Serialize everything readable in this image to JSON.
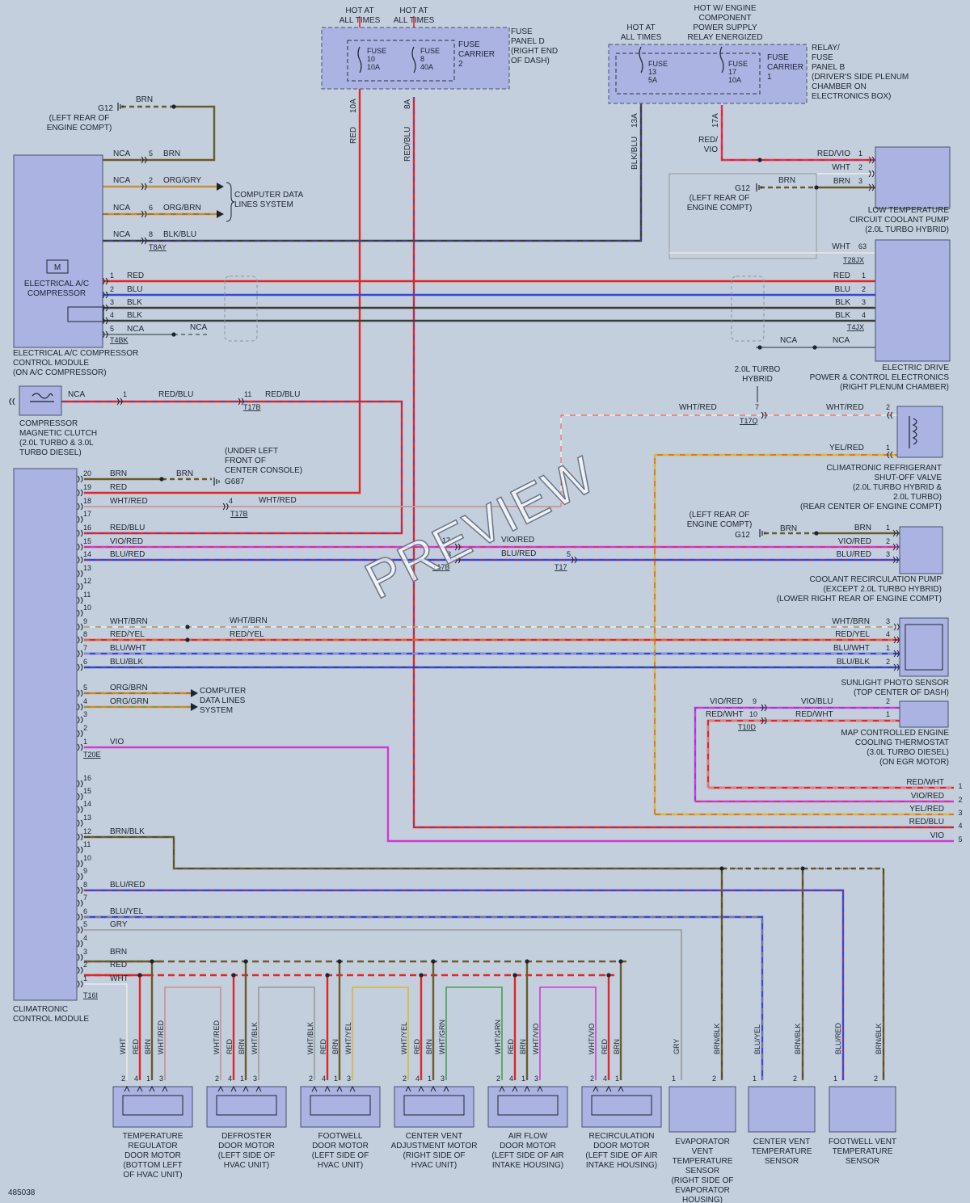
{
  "watermark": "PREVIEW",
  "doc_number": "485038",
  "colors": {
    "RED": "#e02626",
    "BLU": "#3a46d6",
    "BLK": "#3a3a3a",
    "BRN": "#6b5a2a",
    "WHT": "#e8e8e8",
    "GRY": "#9a9a9a",
    "VIO": "#d03bd0",
    "ORG": "#d08a2a",
    "YEL": "#d8b830",
    "GRN": "#4aa04a",
    "PNK": "#c89090"
  },
  "top": {
    "hot1": [
      "HOT AT",
      "ALL TIMES"
    ],
    "hot2": [
      "HOT AT",
      "ALL TIMES"
    ],
    "hot3": [
      "HOT AT",
      "ALL TIMES"
    ],
    "hot4": [
      "HOT W/ ENGINE",
      "COMPONENT",
      "POWER SUPPLY",
      "RELAY ENERGIZED"
    ],
    "fuse_d": {
      "fuse1": [
        "FUSE",
        "10",
        "10A"
      ],
      "fuse2": [
        "FUSE",
        "8",
        "40A"
      ],
      "carrier": [
        "FUSE",
        "CARRIER",
        "2"
      ],
      "panel": [
        "FUSE",
        "PANEL D",
        "(RIGHT END",
        "OF DASH)"
      ]
    },
    "fuse_b": {
      "fuse1": [
        "FUSE",
        "13",
        "5A"
      ],
      "fuse2": [
        "FUSE",
        "17",
        "10A"
      ],
      "carrier": [
        "FUSE",
        "CARRIER",
        "1"
      ],
      "panel": [
        "RELAY/",
        "FUSE",
        "PANEL B",
        "(DRIVER'S SIDE PLENUM",
        "CHAMBER ON",
        "ELECTRONICS BOX)"
      ]
    },
    "wire_labels": {
      "w10a": "10A",
      "red": "RED",
      "w8a": "8A",
      "redblu": "RED/BLU",
      "w13a": "13A",
      "blkblu": "BLK/BLU",
      "w17a": "17A",
      "redvio": "RED/",
      "vio": "VIO"
    }
  },
  "compressor": {
    "g12": "G12",
    "g12_loc": [
      "(LEFT REAR OF",
      "ENGINE COMPT)"
    ],
    "brn": "BRN",
    "rows": [
      {
        "nca": "NCA",
        "pin": "5",
        "color": "BRN"
      },
      {
        "nca": "NCA",
        "pin": "2",
        "color": "ORG/GRY"
      },
      {
        "nca": "NCA",
        "pin": "6",
        "color": "ORG/BRN"
      },
      {
        "nca": "NCA",
        "pin": "8",
        "color": "BLK/BLU"
      }
    ],
    "data_lines": [
      "COMPUTER DATA",
      "LINES SYSTEM"
    ],
    "t8ay": "T8AY",
    "label": [
      "ELECTRICAL A/C",
      "COMPRESSOR"
    ],
    "pins4": [
      {
        "pin": "1",
        "color": "RED"
      },
      {
        "pin": "2",
        "color": "BLU"
      },
      {
        "pin": "3",
        "color": "BLK"
      },
      {
        "pin": "4",
        "color": "BLK"
      },
      {
        "pin": "5",
        "color": "NCA"
      }
    ],
    "nca": "NCA",
    "t4bk": "T4BK",
    "module_label": [
      "ELECTRICAL A/C COMPRESSOR",
      "CONTROL MODULE",
      "(ON A/C COMPRESSOR)"
    ]
  },
  "clutch": {
    "nca": "NCA",
    "pin1": "1",
    "redblu": "RED/BLU",
    "pin11": "11",
    "redblu2": "RED/BLU",
    "t17b": "T17B",
    "label": [
      "COMPRESSOR",
      "MAGNETIC CLUTCH",
      "(2.0L TURBO & 3.0L",
      "TURBO DIESEL)"
    ]
  },
  "coolant_pump": {
    "rows": [
      {
        "color": "RED/VIO",
        "pin": "1"
      },
      {
        "color": "WHT",
        "pin": "2"
      },
      {
        "color": "BRN",
        "pin": "3"
      }
    ],
    "g12": "G12",
    "g12_loc": [
      "(LEFT REAR OF",
      "ENGINE COMPT)"
    ],
    "brn": "BRN",
    "label": [
      "LOW TEMPERATURE",
      "CIRCUIT COOLANT PUMP",
      "(2.0L TURBO HYBRID)"
    ]
  },
  "drive": {
    "wht": "WHT",
    "pin63": "63",
    "t28jx": "T28JX",
    "rows": [
      {
        "color": "RED",
        "pin": "1"
      },
      {
        "color": "BLU",
        "pin": "2"
      },
      {
        "color": "BLK",
        "pin": "3"
      },
      {
        "color": "BLK",
        "pin": "4"
      }
    ],
    "t4jx": "T4JX",
    "nca1": "NCA",
    "nca2": "NCA",
    "label": [
      "ELECTRIC DRIVE",
      "POWER & CONTROL ELECTRONICS",
      "(RIGHT PLENUM CHAMBER)"
    ]
  },
  "valve": {
    "turbo": [
      "2.0L TURBO",
      "HYBRID"
    ],
    "whtred": "WHT/RED",
    "pin7": "7",
    "t17q": "T17Q",
    "whtred2": "WHT/RED",
    "pin2": "2",
    "yelred": "YEL/RED",
    "pin1": "1",
    "label": [
      "CLIMATRONIC REFRIGERANT",
      "SHUT-OFF VALVE",
      "(2.0L TURBO HYBRID &",
      "2.0L TURBO)",
      "(REAR CENTER OF ENGINE COMPT)"
    ]
  },
  "upper_pins": [
    {
      "pin": "20",
      "color": "BRN"
    },
    {
      "pin": "19",
      "color": "RED"
    },
    {
      "pin": "18",
      "color": "WHT/RED"
    },
    {
      "pin": "17",
      "color": ""
    },
    {
      "pin": "16",
      "color": "RED/BLU"
    },
    {
      "pin": "15",
      "color": "VIO/RED"
    },
    {
      "pin": "14",
      "color": "BLU/RED"
    },
    {
      "pin": "13",
      "color": ""
    },
    {
      "pin": "12",
      "color": ""
    },
    {
      "pin": "11",
      "color": ""
    },
    {
      "pin": "10",
      "color": ""
    },
    {
      "pin": "9",
      "color": "WHT/BRN"
    },
    {
      "pin": "8",
      "color": "RED/YEL"
    },
    {
      "pin": "7",
      "color": "BLU/WHT"
    },
    {
      "pin": "6",
      "color": "BLU/BLK"
    },
    {
      "pin": "5",
      "color": "ORG/BRN"
    },
    {
      "pin": "4",
      "color": "ORG/GRN"
    },
    {
      "pin": "3",
      "color": ""
    },
    {
      "pin": "2",
      "color": ""
    },
    {
      "pin": "1",
      "color": "VIO"
    }
  ],
  "t20e": "T20E",
  "g687": {
    "brn": "BRN",
    "label": "G687",
    "loc": [
      "(UNDER LEFT",
      "FRONT OF",
      "CENTER CONSOLE)"
    ]
  },
  "t17b_mid": {
    "pin4": "4",
    "whtred": "WHT/RED",
    "t17b": "T17B",
    "pin17": "17",
    "viored": "VIO/RED",
    "pin3": "3",
    "blured": "BLU/RED",
    "pin5": "5",
    "t17b2": "T17B",
    "t17x": "T17"
  },
  "recirc_pump": {
    "g12_loc": [
      "(LEFT REAR OF",
      "ENGINE COMPT)"
    ],
    "g12": "G12",
    "brn": "BRN",
    "rows": [
      {
        "color": "BRN",
        "pin": "1"
      },
      {
        "color": "VIO/RED",
        "pin": "2"
      },
      {
        "color": "BLU/RED",
        "pin": "3"
      }
    ],
    "label": [
      "COOLANT RECIRCULATION PUMP",
      "(EXCEPT 2.0L TURBO HYBRID)",
      "(LOWER RIGHT REAR OF ENGINE COMPT)"
    ]
  },
  "sunlight": {
    "mid": [
      {
        "color": "WHT/BRN"
      },
      {
        "color": "RED/YEL"
      }
    ],
    "rows": [
      {
        "color": "WHT/BRN",
        "pin": "3"
      },
      {
        "color": "RED/YEL",
        "pin": "4"
      },
      {
        "color": "BLU/WHT",
        "pin": "1"
      },
      {
        "color": "BLU/BLK",
        "pin": "2"
      }
    ],
    "label": [
      "SUNLIGHT PHOTO SENSOR",
      "(TOP CENTER OF DASH)"
    ]
  },
  "data_lines2": [
    "COMPUTER",
    "DATA LINES",
    "SYSTEM"
  ],
  "thermostat": {
    "viored": "VIO/RED",
    "pin9": "9",
    "vioblu": "VIO/BLU",
    "pin2": "2",
    "redwht": "RED/WHT",
    "pin10": "10",
    "redwht2": "RED/WHT",
    "pin1": "1",
    "t10d": "T10D",
    "label": [
      "MAP CONTROLLED ENGINE",
      "COOLING THERMOSTAT",
      "(3.0L TURBO DIESEL)",
      "(ON EGR MOTOR)"
    ]
  },
  "right_bus": [
    {
      "color": "RED/WHT",
      "pin": "1"
    },
    {
      "color": "VIO/RED",
      "pin": "2"
    },
    {
      "color": "YEL/RED",
      "pin": "3"
    },
    {
      "color": "RED/BLU",
      "pin": "4"
    },
    {
      "color": "VIO",
      "pin": "5"
    }
  ],
  "lower_pins": [
    {
      "pin": "16",
      "color": ""
    },
    {
      "pin": "15",
      "color": ""
    },
    {
      "pin": "14",
      "color": ""
    },
    {
      "pin": "13",
      "color": ""
    },
    {
      "pin": "12",
      "color": "BRN/BLK"
    },
    {
      "pin": "11",
      "color": ""
    },
    {
      "pin": "10",
      "color": ""
    },
    {
      "pin": "9",
      "color": ""
    },
    {
      "pin": "8",
      "color": "BLU/RED"
    },
    {
      "pin": "7",
      "color": ""
    },
    {
      "pin": "6",
      "color": "BLU/YEL"
    },
    {
      "pin": "5",
      "color": "GRY"
    },
    {
      "pin": "4",
      "color": ""
    },
    {
      "pin": "3",
      "color": "BRN"
    },
    {
      "pin": "2",
      "color": "RED"
    },
    {
      "pin": "1",
      "color": "WHT"
    }
  ],
  "t16i": "T16I",
  "module_label": [
    "CLIMATRONIC",
    "CONTROL MODULE"
  ],
  "motors": [
    {
      "wires": [
        {
          "color": "WHT",
          "pin": "2"
        },
        {
          "color": "RED",
          "pin": "4"
        },
        {
          "color": "BRN",
          "pin": "1"
        },
        {
          "color": "WHT/RED",
          "pin": "3"
        }
      ],
      "label": [
        "TEMPERATURE",
        "REGULATOR",
        "DOOR MOTOR",
        "(BOTTOM LEFT",
        "OF HVAC UNIT)"
      ]
    },
    {
      "wires": [
        {
          "color": "WHT/RED",
          "pin": "2"
        },
        {
          "color": "RED",
          "pin": "4"
        },
        {
          "color": "BRN",
          "pin": "1"
        },
        {
          "color": "WHT/BLK",
          "pin": "3"
        }
      ],
      "label": [
        "DEFROSTER",
        "DOOR MOTOR",
        "(LEFT SIDE OF",
        "HVAC UNIT)"
      ]
    },
    {
      "wires": [
        {
          "color": "WHT/BLK",
          "pin": "2"
        },
        {
          "color": "RED",
          "pin": "4"
        },
        {
          "color": "BRN",
          "pin": "1"
        },
        {
          "color": "WHT/YEL",
          "pin": "3"
        }
      ],
      "label": [
        "FOOTWELL",
        "DOOR MOTOR",
        "(LEFT SIDE OF",
        "HVAC UNIT)"
      ]
    },
    {
      "wires": [
        {
          "color": "WHT/YEL",
          "pin": "2"
        },
        {
          "color": "RED",
          "pin": "4"
        },
        {
          "color": "BRN",
          "pin": "1"
        },
        {
          "color": "WHT/GRN",
          "pin": "3"
        }
      ],
      "label": [
        "CENTER VENT",
        "ADJUSTMENT MOTOR",
        "(RIGHT SIDE OF",
        "HVAC UNIT)"
      ]
    },
    {
      "wires": [
        {
          "color": "WHT/GRN",
          "pin": "2"
        },
        {
          "color": "RED",
          "pin": "4"
        },
        {
          "color": "BRN",
          "pin": "1"
        },
        {
          "color": "WHT/VIO",
          "pin": "3"
        }
      ],
      "label": [
        "AIR FLOW",
        "DOOR MOTOR",
        "(LEFT SIDE OF AIR",
        "INTAKE HOUSING)"
      ]
    },
    {
      "wires": [
        {
          "color": "WHT/VIO",
          "pin": "2"
        },
        {
          "color": "RED",
          "pin": "4"
        },
        {
          "color": "BRN",
          "pin": "1"
        }
      ],
      "label": [
        "RECIRCULATION",
        "DOOR MOTOR",
        "(LEFT SIDE OF AIR",
        "INTAKE HOUSING)"
      ]
    }
  ],
  "sensors": [
    {
      "wires": [
        {
          "color": "GRY",
          "pin": "1"
        },
        {
          "color": "BRN/BLK",
          "pin": "2"
        }
      ],
      "label": [
        "EVAPORATOR",
        "VENT",
        "TEMPERATURE",
        "SENSOR",
        "(RIGHT SIDE OF",
        "EVAPORATOR",
        "HOUSING)"
      ]
    },
    {
      "wires": [
        {
          "color": "BLU/YEL",
          "pin": "1"
        },
        {
          "color": "BRN/BLK",
          "pin": "2"
        }
      ],
      "label": [
        "CENTER VENT",
        "TEMPERATURE",
        "SENSOR"
      ]
    },
    {
      "wires": [
        {
          "color": "BLU/RED",
          "pin": "1"
        },
        {
          "color": "BRN/BLK",
          "pin": "2"
        }
      ],
      "label": [
        "FOOTWELL VENT",
        "TEMPERATURE",
        "SENSOR"
      ]
    }
  ]
}
